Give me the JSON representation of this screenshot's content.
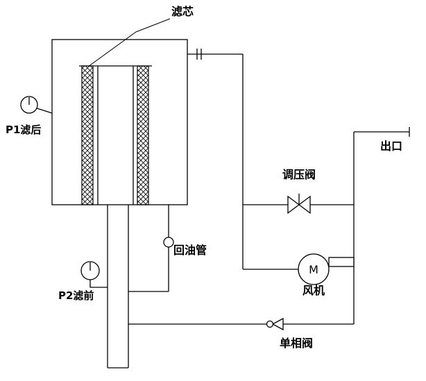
{
  "diagram": {
    "title_context": "filter-system-piping-schematic",
    "labels": {
      "filter_element": "滤芯",
      "gauge_p1": "P1滤后",
      "outlet": "出口",
      "pressure_valve": "调压阀",
      "oil_return_pipe": "回油管",
      "fan": "风机",
      "gauge_p2": "P2滤前",
      "check_valve": "单相阀",
      "motor_letter": "M"
    },
    "colors": {
      "line": "#000000",
      "background": "#ffffff"
    }
  }
}
